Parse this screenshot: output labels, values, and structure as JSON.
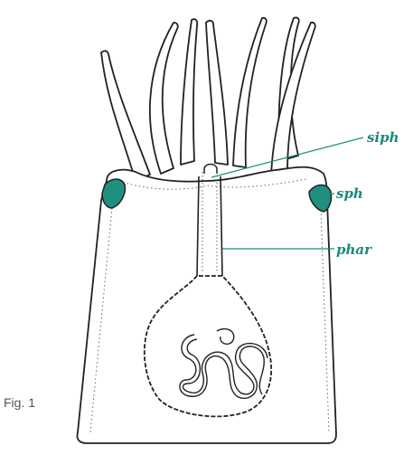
{
  "labels": {
    "siph": "siph",
    "sph": "sph",
    "phar": "phar"
  },
  "caption": "Fig. 1",
  "colors": {
    "label": "#1a8a7e",
    "sphincter_fill": "#1f8f7f",
    "outline": "#222222",
    "caption": "#555555"
  }
}
